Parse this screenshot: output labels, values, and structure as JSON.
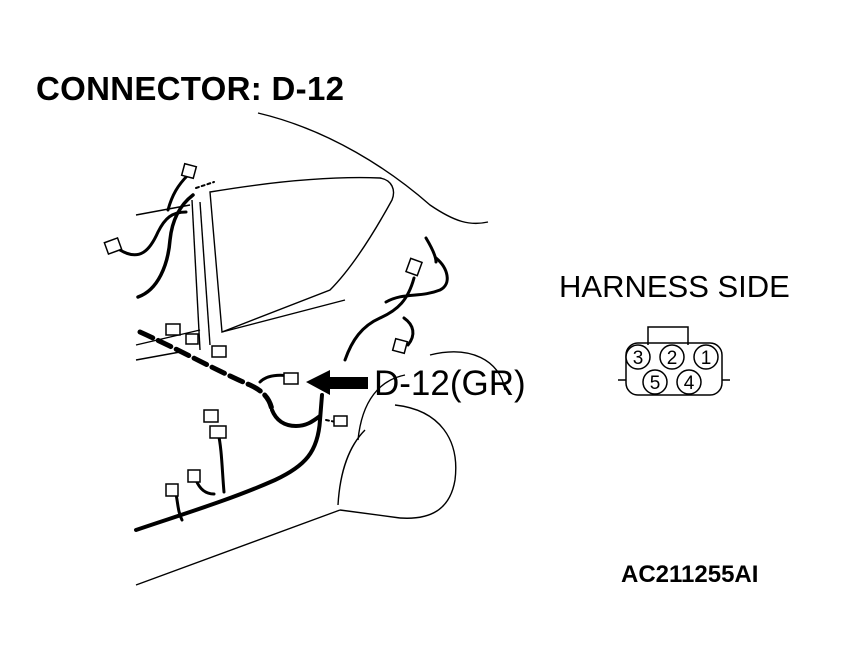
{
  "title": "CONNECTOR: D-12",
  "harness_side_label": "HARNESS SIDE",
  "callout_label": "D-12(GR)",
  "figure_id": "AC211255AI",
  "connector_face": {
    "top_row_pins": [
      "3",
      "2",
      "1"
    ],
    "bottom_row_pins": [
      "5",
      "4"
    ]
  },
  "colors": {
    "line": "#000000",
    "background": "#ffffff"
  }
}
